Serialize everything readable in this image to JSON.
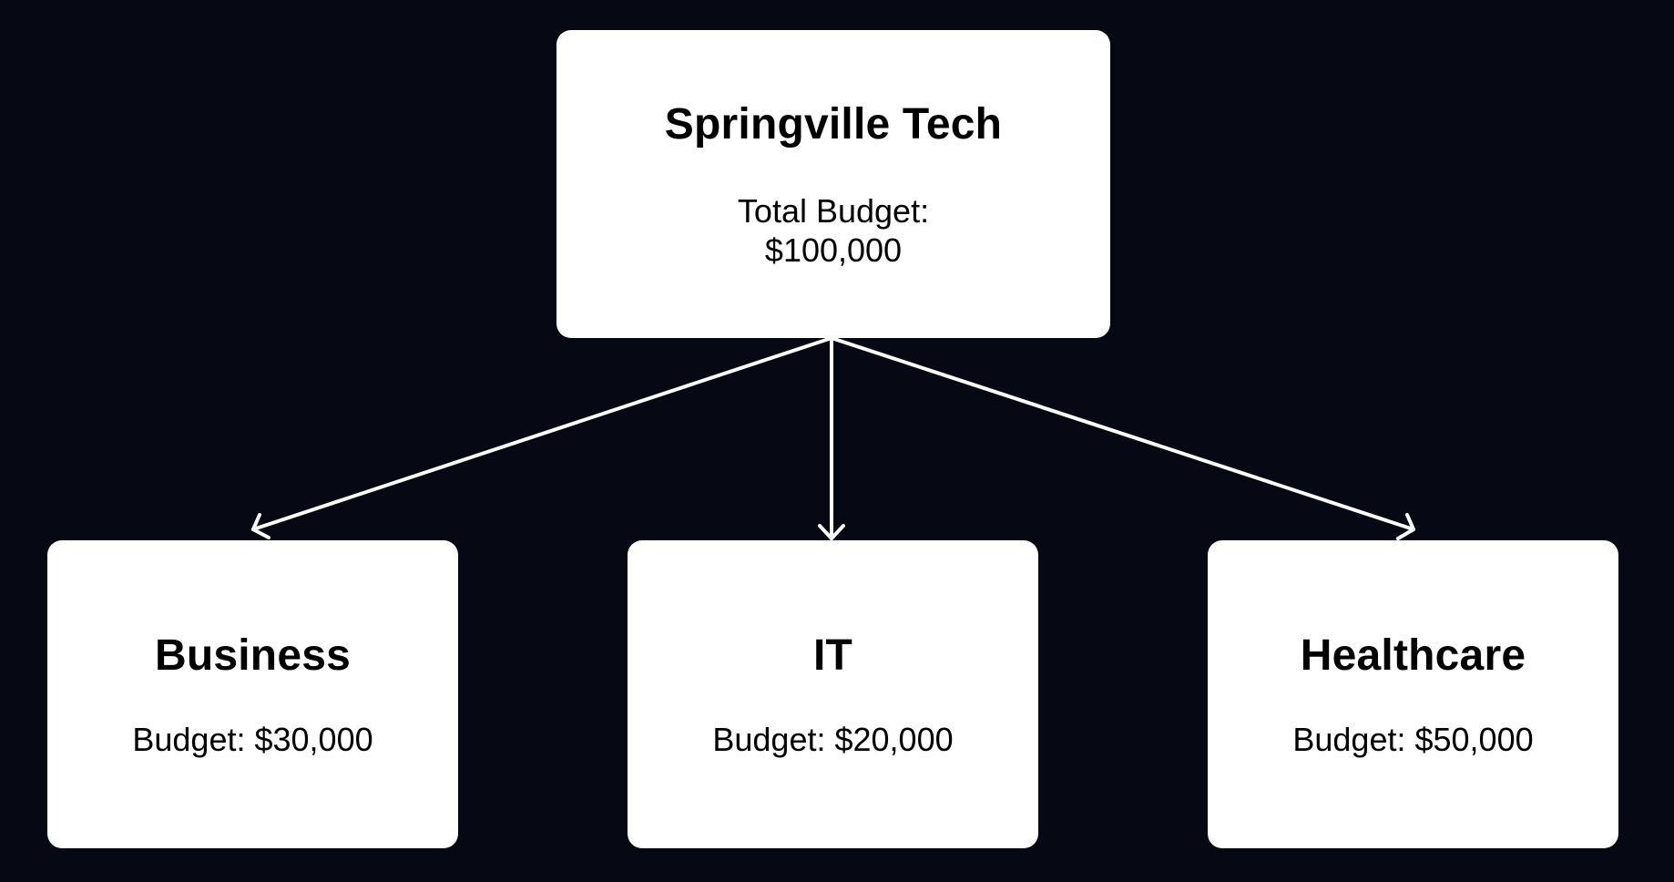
{
  "diagram": {
    "root": {
      "title": "Springville Tech",
      "detail": "Total Budget:\n$100,000"
    },
    "children": [
      {
        "title": "Business",
        "detail": "Budget: $30,000"
      },
      {
        "title": "IT",
        "detail": "Budget: $20,000"
      },
      {
        "title": "Healthcare",
        "detail": "Budget: $50,000"
      }
    ],
    "colors": {
      "background": "#060913",
      "node_fill": "#ffffff",
      "connector": "#ffffff",
      "text": "#000000"
    }
  }
}
